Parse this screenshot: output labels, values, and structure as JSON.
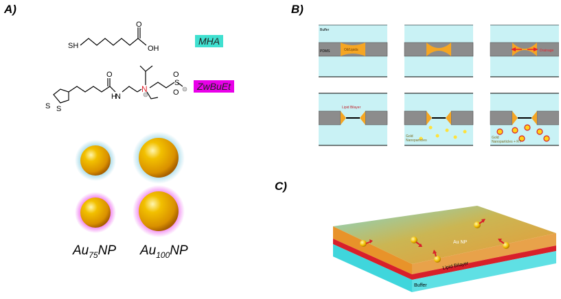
{
  "panel_a": {
    "label": "A)",
    "mha": {
      "tag": "MHA",
      "tag_color": "#40e0d0",
      "atoms": {
        "sh": "SH",
        "o": "O",
        "oh": "OH"
      }
    },
    "zwbuet": {
      "tag": "ZwBuEt",
      "tag_color": "#e800e8",
      "atoms": {
        "o": "O",
        "h": "H",
        "n": "N",
        "nplus": "N",
        "s_ring1": "S",
        "s_ring2": "S",
        "s": "S",
        "o1": "O",
        "o2": "O"
      }
    },
    "nanoparticles": {
      "au75": {
        "main": "Au",
        "sub": "75",
        "suffix": "NP"
      },
      "au100": {
        "main": "Au",
        "sub": "100",
        "suffix": "NP"
      },
      "gold_color": "#e6a800",
      "mha_shell_color": "#9fd8e8",
      "zwbuet_shell_color": "#f07cf0"
    }
  },
  "panel_b": {
    "label": "B)",
    "labels": {
      "buffer": "Buffer",
      "pdms": "PDMS",
      "oil_lipids": "Oil/Lipids",
      "drainage": "Drainage",
      "lipid_bilayer": "Lipid Bilayer",
      "gold_np_1": "Gold\nNanoparticles",
      "gold_np_2": "Gold\nNanoparticles + RT"
    },
    "colors": {
      "buffer": "#c9f2f5",
      "pdms": "#8c8c8c",
      "oil": "#f5a623",
      "arrow": "#e8202a"
    }
  },
  "panel_c": {
    "label": "C)",
    "labels": {
      "au_np": "Au NP",
      "lipid_bilayer": "Lipid Bilayer",
      "buffer": "Buffer"
    },
    "colors": {
      "top": "#79d5d0",
      "orange": "#e8932a",
      "red": "#d8202a",
      "buffer_side": "#3fd6dc"
    }
  }
}
